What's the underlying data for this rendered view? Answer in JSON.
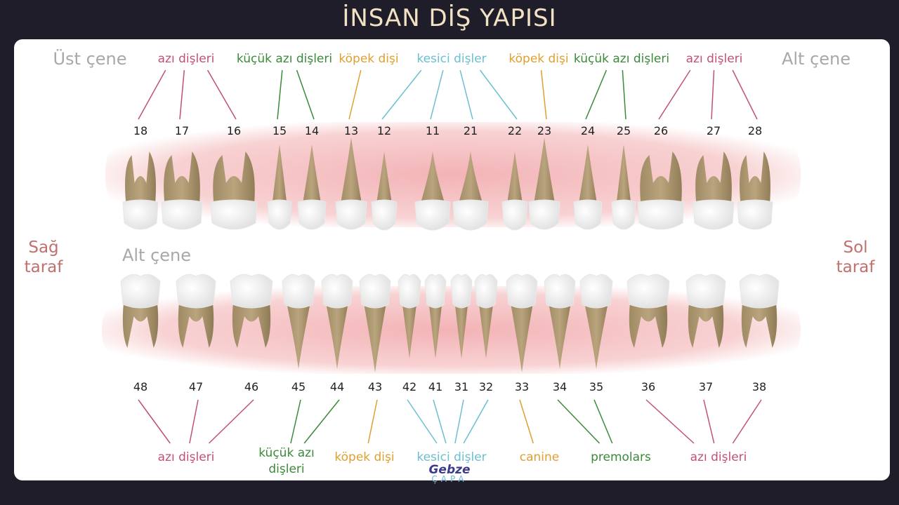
{
  "title": "İNSAN DİŞ YAPISI",
  "colors": {
    "molar": "#c0507a",
    "premolar": "#3a8a3a",
    "canine": "#e0a030",
    "incisor": "#6bbfd0",
    "side": "#c0706e",
    "gum": "#f3b3b6",
    "root": "#b9a47e",
    "crown": "#fbfbfa"
  },
  "upper": {
    "left_label": "Üst çene",
    "right_label": "Alt çene",
    "groups": [
      {
        "text": "azı dişleri",
        "type": "molar"
      },
      {
        "text": "küçük azı dişleri",
        "type": "premolar"
      },
      {
        "text": "köpek dişi",
        "type": "canine"
      },
      {
        "text": "kesici dişler",
        "type": "incisor"
      },
      {
        "text": "köpek dişi",
        "type": "canine"
      },
      {
        "text": "küçük azı dişleri",
        "type": "premolar"
      },
      {
        "text": "azı dişleri",
        "type": "molar"
      }
    ],
    "teeth": [
      "18",
      "17",
      "16",
      "15",
      "14",
      "13",
      "12",
      "11",
      "21",
      "22",
      "23",
      "24",
      "25",
      "26",
      "27",
      "28"
    ]
  },
  "middle_label": "Alt çene",
  "sides": {
    "right": [
      "Sağ",
      "taraf"
    ],
    "left": [
      "Sol",
      "taraf"
    ]
  },
  "lower": {
    "groups": [
      {
        "text": "azı dişleri",
        "type": "molar"
      },
      {
        "text": "küçük azı",
        "text2": "dişleri",
        "type": "premolar"
      },
      {
        "text": "köpek dişi",
        "type": "canine"
      },
      {
        "text": "kesici dişler",
        "type": "incisor"
      },
      {
        "text": "canine",
        "type": "canine"
      },
      {
        "text": "premolars",
        "type": "premolar"
      },
      {
        "text": "azı dişleri",
        "type": "molar"
      }
    ],
    "teeth": [
      "48",
      "47",
      "46",
      "45",
      "44",
      "43",
      "42",
      "41",
      "31",
      "32",
      "33",
      "34",
      "35",
      "36",
      "37",
      "38"
    ]
  },
  "logo": {
    "name": "Gebze",
    "sub": "ÇAPA"
  }
}
